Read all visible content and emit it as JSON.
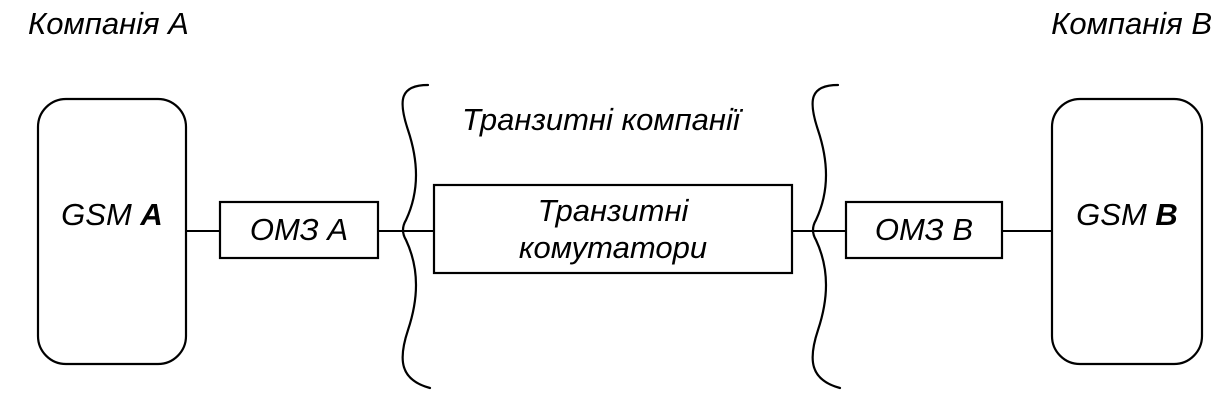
{
  "labels": {
    "company_a": "Компанія А",
    "company_b": "Компанія В",
    "transit_companies": "Транзитні компанії"
  },
  "nodes": {
    "gsm_a": {
      "prefix": "GSM ",
      "suffix": "А"
    },
    "gsm_b": {
      "prefix": "GSM ",
      "suffix": "В"
    },
    "omz_a": "ОМЗ А",
    "omz_b": "ОМЗ В",
    "transit_switches_line1": "Транзитні",
    "transit_switches_line2": "комутатори"
  }
}
